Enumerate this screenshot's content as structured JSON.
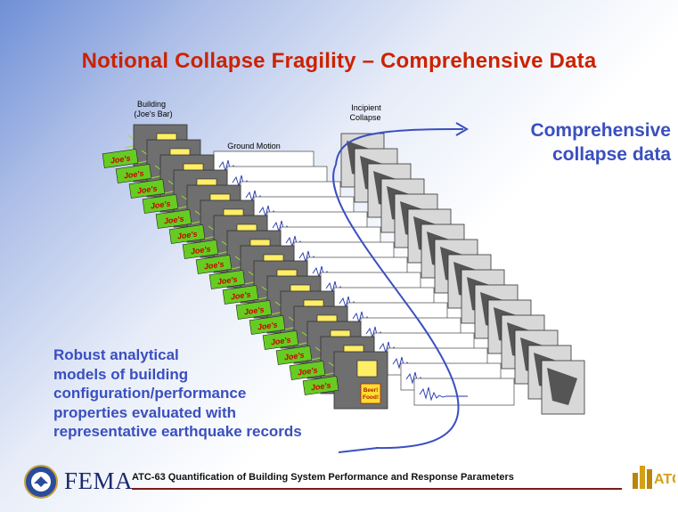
{
  "title": "Notional Collapse Fragility – Comprehensive Data",
  "callout_right": [
    "Comprehensive",
    "collapse data"
  ],
  "callout_left": [
    "Robust analytical",
    "models of building",
    "configuration/performance",
    "properties evaluated with",
    "representative earthquake records"
  ],
  "labels": {
    "building": "Building",
    "joes_bar_paren": "(Joe's Bar)",
    "ground_motion": "Ground Motion",
    "incipient": "Incipient",
    "collapse": "Collapse",
    "joes_sign": "Joe's",
    "beer_food": [
      "Beer!",
      "Food!"
    ]
  },
  "footer": {
    "agency": "FEMA",
    "text": "ATC-63 Quantification of Building System Performance and Response Parameters",
    "logo": "ATC"
  },
  "stack_count": 16,
  "colors": {
    "title": "#cc2200",
    "callout": "#3a4fbf",
    "arrow": "#3a4fbf",
    "building_wall": "#6f6f6f",
    "joes_sign": "#66cc22",
    "burst": "#99dd33"
  },
  "icons": [
    "fema-seal-icon",
    "atc-logo-icon",
    "arrow-icon"
  ]
}
